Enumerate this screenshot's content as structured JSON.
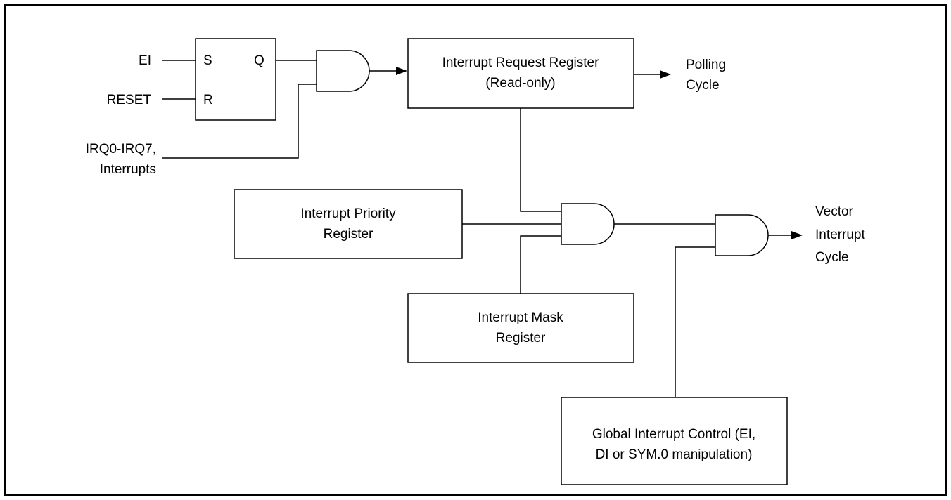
{
  "inputs": {
    "ei": "EI",
    "reset": "RESET",
    "irq_line1": "IRQ0-IRQ7,",
    "irq_line2": "Interrupts"
  },
  "flipflop": {
    "s": "S",
    "r": "R",
    "q": "Q"
  },
  "request_register": {
    "line1": "Interrupt Request Register",
    "line2": "(Read-only)"
  },
  "polling": {
    "line1": "Polling",
    "line2": "Cycle"
  },
  "priority_register": {
    "line1": "Interrupt Priority",
    "line2": "Register"
  },
  "mask_register": {
    "line1": "Interrupt Mask",
    "line2": "Register"
  },
  "vector": {
    "line1": "Vector",
    "line2": "Interrupt",
    "line3": "Cycle"
  },
  "global_control": {
    "line1": "Global Interrupt Control (EI,",
    "line2": "DI or SYM.0 manipulation)"
  }
}
